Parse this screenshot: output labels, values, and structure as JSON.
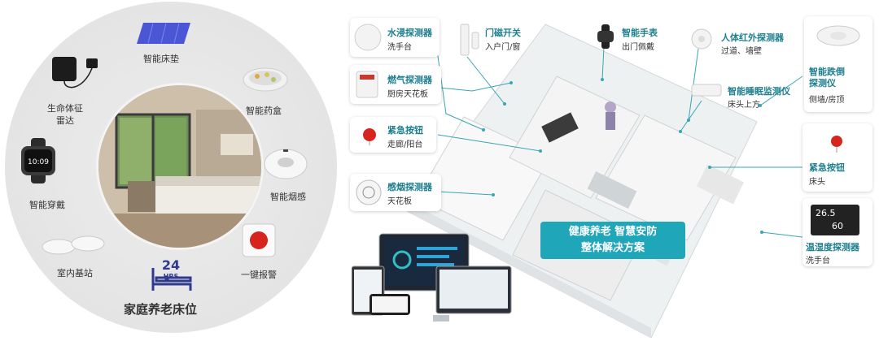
{
  "left": {
    "items": [
      {
        "label": "智能床垫"
      },
      {
        "label": "生命体征\n雷达"
      },
      {
        "label": "智能药盒"
      },
      {
        "label": "智能穿戴"
      },
      {
        "label": "智能烟感"
      },
      {
        "label": "室内基站"
      },
      {
        "label": "一键报警"
      }
    ],
    "badge_number": "24",
    "badge_unit": "HRS",
    "title": "家庭养老床位"
  },
  "right": {
    "cards": [
      {
        "title": "水浸探测器",
        "sub": "洗手台"
      },
      {
        "title": "门磁开关",
        "sub": "入户门/窗"
      },
      {
        "title": "智能手表",
        "sub": "出门佩戴"
      },
      {
        "title": "人体红外探测器",
        "sub": "过道、墙壁"
      },
      {
        "title": "智能跌倒\n探测仪",
        "sub": "侧墙/房顶"
      },
      {
        "title": "燃气探测器",
        "sub": "厨房天花板"
      },
      {
        "title": "智能睡眠监测仪",
        "sub": "床头上方"
      },
      {
        "title": "紧急按钮",
        "sub": "走廊/阳台"
      },
      {
        "title": "紧急按钮",
        "sub": "床头"
      },
      {
        "title": "感烟探测器",
        "sub": "天花板"
      },
      {
        "title": "温湿度探测器",
        "sub": "洗手台"
      }
    ],
    "thermo": {
      "temp": "26.5",
      "humid": "60"
    },
    "banner": {
      "line1": "健康养老 智慧安防",
      "line2": "整体解决方案"
    }
  }
}
